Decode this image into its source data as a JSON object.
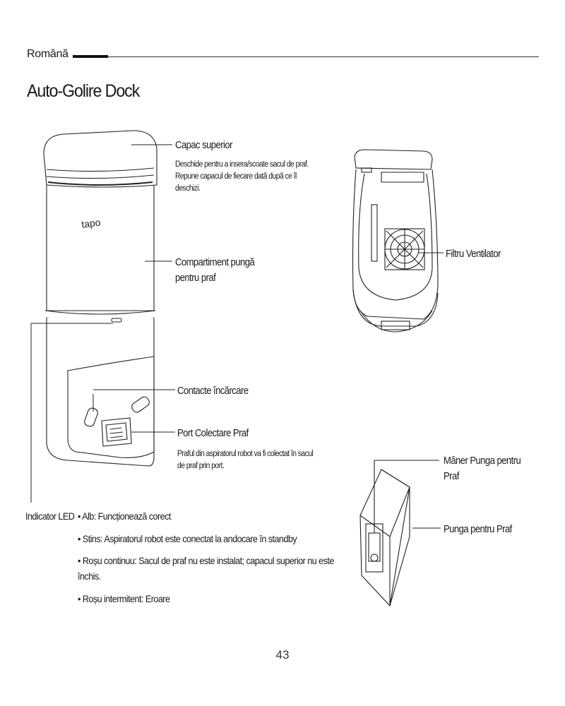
{
  "header": {
    "language": "Română",
    "section_title": "Auto-Golire Dock"
  },
  "dock": {
    "brand_logo": "tapo",
    "top_cover": {
      "label": "Capac superior",
      "description_lines": [
        "Deschide pentru a insera/scoate sacul de praf.",
        "Repune capacul de fiecare dată după ce îl",
        "deschizi."
      ]
    },
    "bag_compartment": {
      "label_lines": [
        "Compartiment pungă",
        "pentru praf"
      ]
    },
    "charging_contacts": {
      "label": "Contacte încărcare"
    },
    "dust_port": {
      "label": "Port Colectare Praf",
      "description_lines": [
        "Praful din aspiratorul robot va fi colectat în sacul",
        "de praf prin port."
      ]
    },
    "led_indicator": {
      "label": "Indicator LED",
      "states": [
        "• Alb: Funcționează corect",
        "• Stins: Aspiratorul robot este conectat la andocare în standby",
        "• Roșu continuu: Sacul de praf nu este instalat; capacul superior nu este",
        "închis.",
        "• Roșu intermitent: Eroare"
      ]
    }
  },
  "open_view": {
    "fan_filter": {
      "label": "Filtru Ventilator"
    }
  },
  "dust_bag": {
    "handle_label_lines": [
      "Mâner Punga pentru",
      "Praf"
    ],
    "bag_label": "Punga pentru Praf"
  },
  "footer": {
    "page_number": "43"
  }
}
